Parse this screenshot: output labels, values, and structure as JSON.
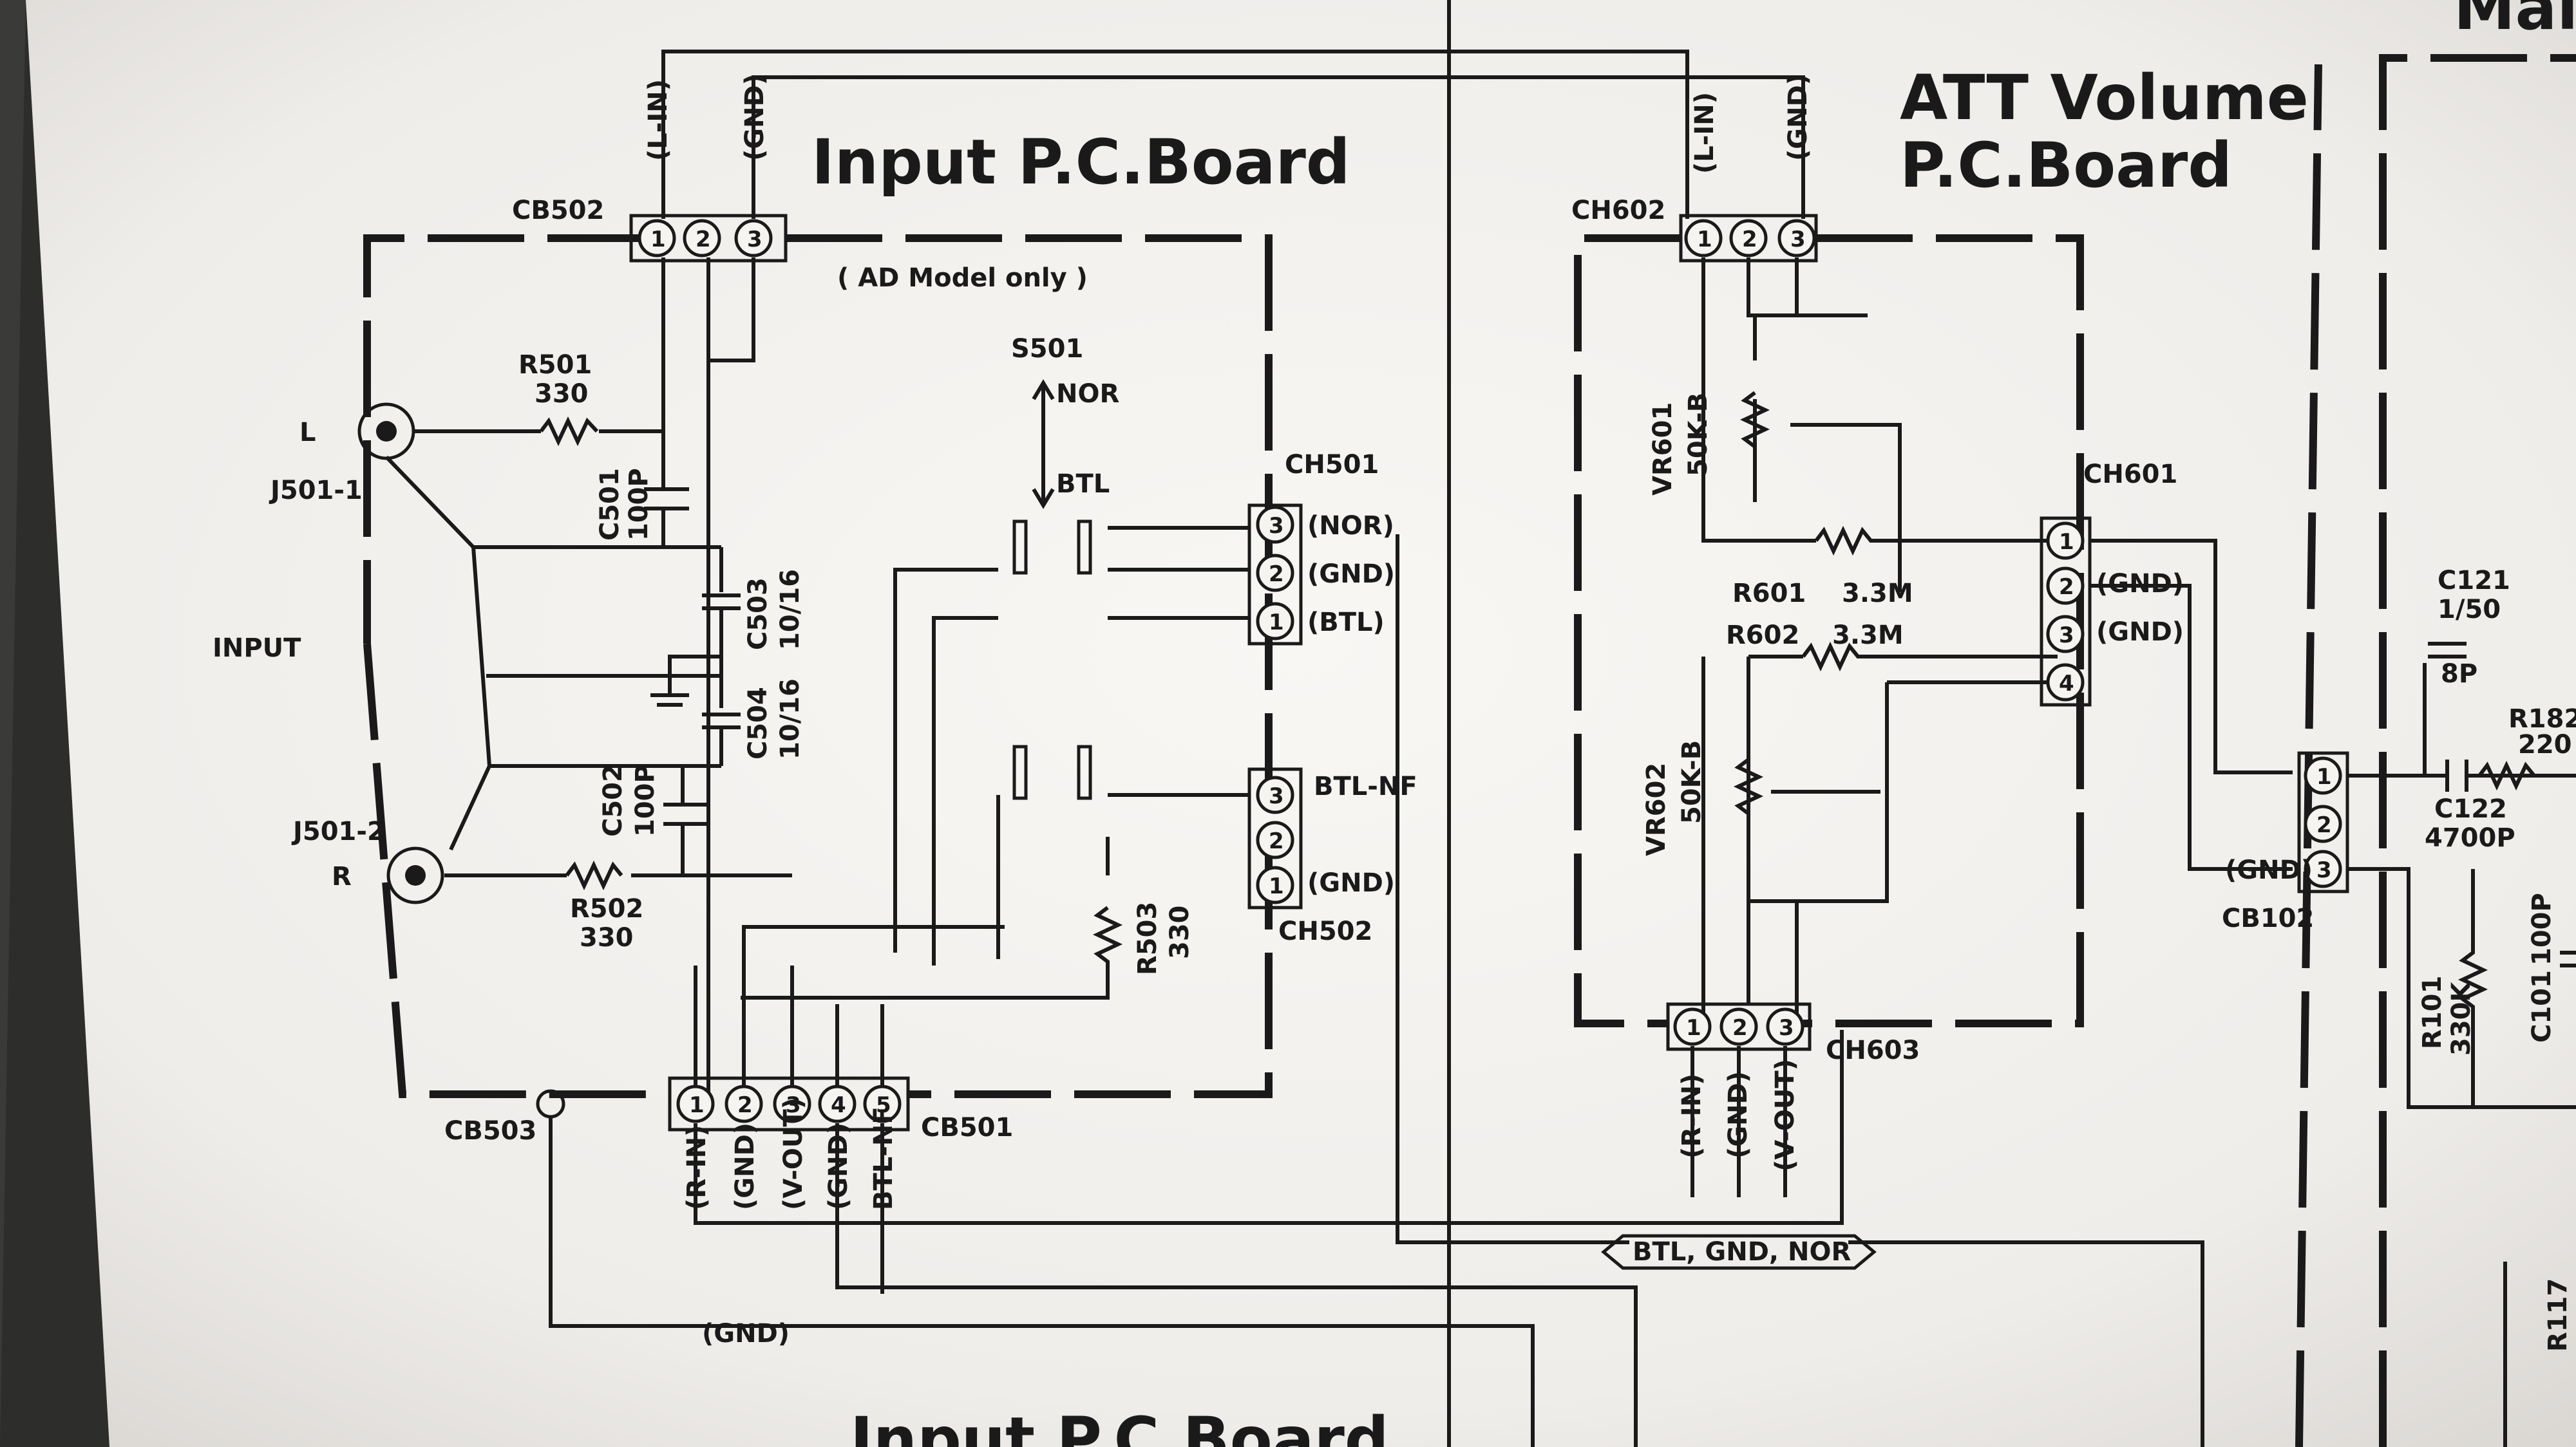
{
  "boards": {
    "input_title": "Input P.C.Board",
    "input_subtitle": "( AD Model only )",
    "att_title_line1": "ATT Volume",
    "att_title_line2": "P.C.Board",
    "main_title_partial": "Mai",
    "bottom_title_partial": "Input P.C.Board"
  },
  "connectors": {
    "cb502": "CB502",
    "cb503": "CB503",
    "cb501": "CB501",
    "ch501": "CH501",
    "ch502": "CH502",
    "ch602": "CH602",
    "ch601": "CH601",
    "ch603": "CH603",
    "cb102": "CB102"
  },
  "jacks": {
    "input": "INPUT",
    "l": "L",
    "r": "R",
    "j501_1": "J501-1",
    "j501_2": "J501-2"
  },
  "components": {
    "r501": "R501",
    "r501_val": "330",
    "r502": "R502",
    "r502_val": "330",
    "c501": "C501",
    "c501_val": "100P",
    "c502": "C502",
    "c502_val": "100P",
    "c503": "C503",
    "c503_val": "10/16",
    "c504": "C504",
    "c504_val": "10/16",
    "r503": "R503",
    "r503_val": "330",
    "s501": "S501",
    "nor": "NOR",
    "btl": "BTL",
    "vr601": "VR601",
    "vr601_val": "50K-B",
    "vr602": "VR602",
    "vr602_val": "50K-B",
    "r601": "R601",
    "r601_val": "3.3M",
    "r602": "R602",
    "r602_val": "3.3M",
    "c121": "C121",
    "c121_val": "1/50",
    "c121_sub": "8P",
    "c122": "C122",
    "c122_val": "4700P",
    "r182": "R182",
    "r182_val": "220",
    "r101": "R101",
    "r101_val": "330K",
    "c101": "C101",
    "c101_val": "100P",
    "r117": "R117"
  },
  "signals": {
    "gnd": "(GND)",
    "nor": "(NOR)",
    "btl": "(BTL)",
    "btl_nf": "BTL-NF",
    "bus": "BTL, GND, NOR",
    "l_in": "(L-IN)",
    "r_in": "(R-IN)",
    "v_out": "(V-OUT)"
  },
  "pin_numbers": [
    "1",
    "2",
    "3",
    "4",
    "5"
  ]
}
